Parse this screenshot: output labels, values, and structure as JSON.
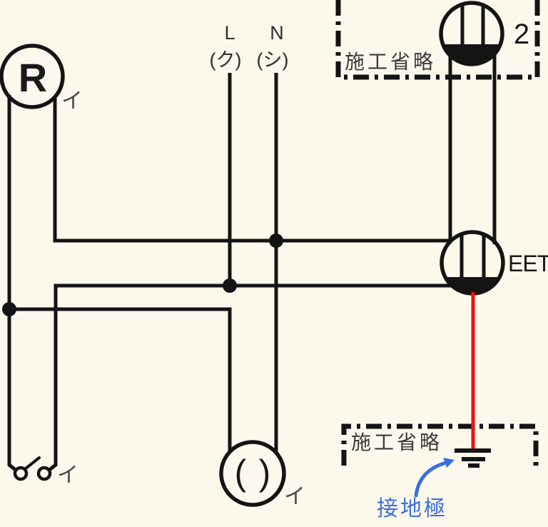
{
  "colors": {
    "background": "#fdf8ec",
    "wire": "#141414",
    "earth_wire": "#ee1111",
    "annotation": "#3a6fe0",
    "text_black": "#1a1a1a",
    "text_dark": "#2e2e2e",
    "label_gray": "#4a4a4a",
    "omission_gray": "#3a3a3a"
  },
  "power_source": {
    "live_label": "L",
    "live_kana": "(ク)",
    "neutral_label": "N",
    "neutral_kana": "(シ)"
  },
  "round_lamp": {
    "letter": "R",
    "circuit_mark": "イ"
  },
  "double_outlet": {
    "count_label": "2",
    "omission_label": "施工省略"
  },
  "eet_outlet": {
    "label": "EET"
  },
  "grounding": {
    "omission_label": "施工省略",
    "electrode_label": "接地極"
  },
  "switch": {
    "circuit_mark": "イ"
  },
  "receptacle_lamp": {
    "paren_left": "(",
    "paren_right": ")",
    "circuit_mark": "イ"
  }
}
